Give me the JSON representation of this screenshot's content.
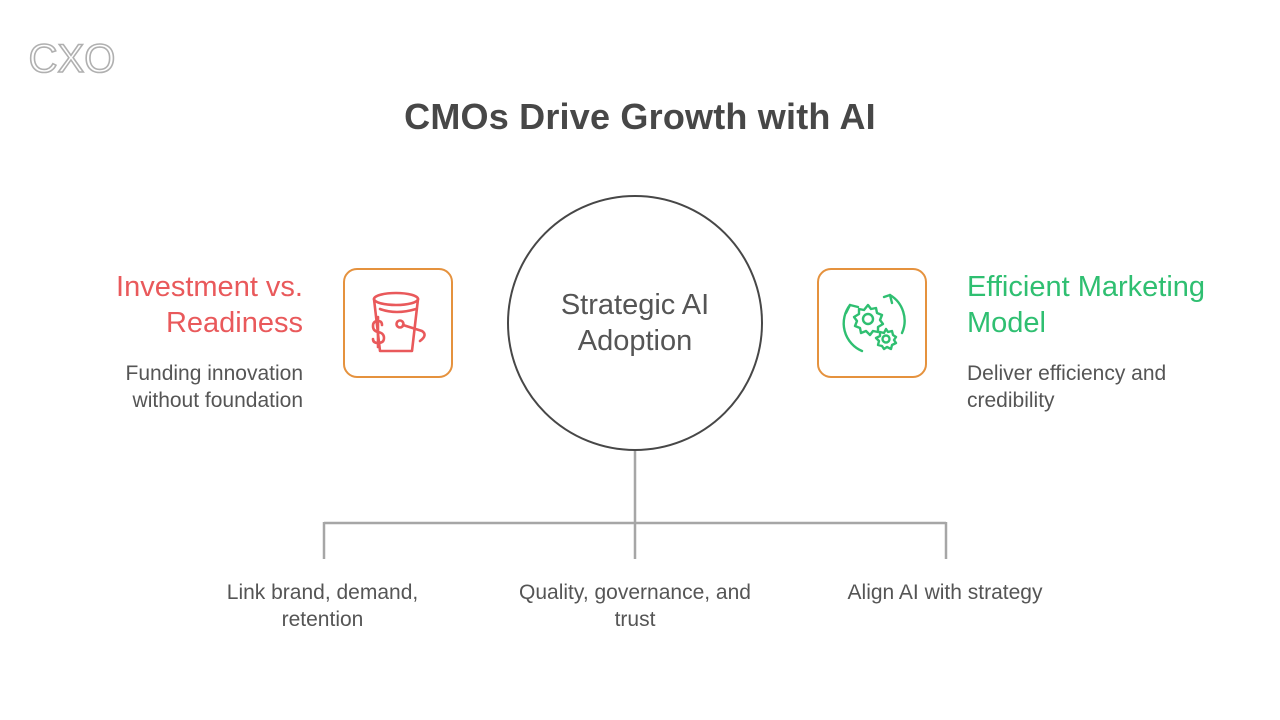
{
  "logo": {
    "text": "CXO"
  },
  "title": "CMOs Drive Growth with AI",
  "center": {
    "label": "Strategic AI Adoption"
  },
  "left": {
    "title": "Investment vs. Readiness",
    "description": "Funding innovation without foundation",
    "icon": "money-bucket-icon",
    "title_color": "#e9595b"
  },
  "right": {
    "title": "Efficient Marketing Model",
    "description": "Deliver efficiency and credibility",
    "icon": "gears-cycle-icon",
    "title_color": "#2fbf71"
  },
  "branches": [
    {
      "label": "Link brand, demand, retention"
    },
    {
      "label": "Quality, governance, and trust"
    },
    {
      "label": "Align AI with strategy"
    }
  ],
  "colors": {
    "box_border": "#e5923e",
    "circle_border": "#474747",
    "connector": "#a6a6a6",
    "text": "#555555"
  }
}
